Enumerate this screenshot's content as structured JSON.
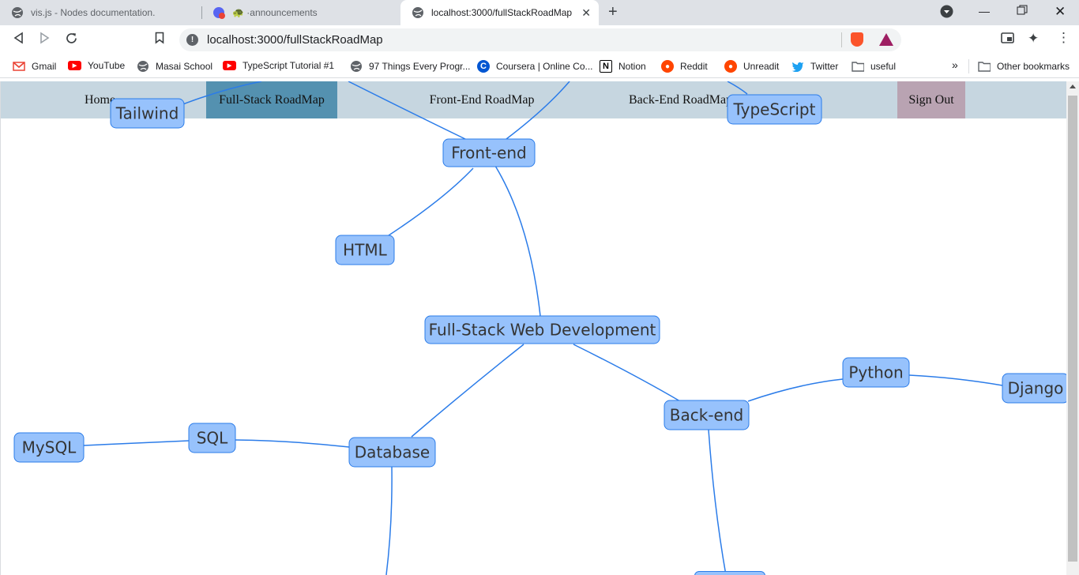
{
  "tabs": [
    {
      "title": "vis.js - Nodes documentation.",
      "icon": "globe-icon",
      "active": false
    },
    {
      "title": "🐢 ·announcements",
      "icon": "app-badge-icon",
      "active": false
    },
    {
      "title": "localhost:3000/fullStackRoadMap",
      "icon": "globe-icon",
      "active": true
    }
  ],
  "address_bar": {
    "url": "localhost:3000/fullStackRoadMap"
  },
  "bookmarks": [
    {
      "label": "Gmail",
      "icon": "gmail-icon",
      "color": "#ea4335"
    },
    {
      "label": "YouTube",
      "icon": "youtube-icon",
      "color": "#ff0000"
    },
    {
      "label": "Masai School",
      "icon": "globe-icon",
      "color": "#5f6368"
    },
    {
      "label": "TypeScript Tutorial #1",
      "icon": "youtube-icon",
      "color": "#ff0000"
    },
    {
      "label": "97 Things Every Progr...",
      "icon": "globe-icon",
      "color": "#5f6368"
    },
    {
      "label": "Coursera | Online Co...",
      "icon": "coursera-icon",
      "color": "#0056d2"
    },
    {
      "label": "Notion",
      "icon": "notion-icon",
      "color": "#000000"
    },
    {
      "label": "Reddit",
      "icon": "reddit-icon",
      "color": "#ff4500"
    },
    {
      "label": "Unreadit",
      "icon": "unreadit-icon",
      "color": "#ff4500"
    },
    {
      "label": "Twitter",
      "icon": "twitter-icon",
      "color": "#1da1f2"
    },
    {
      "label": "useful",
      "icon": "folder-icon",
      "color": "#5f6368"
    }
  ],
  "bookmarks_overflow": "»",
  "other_bookmarks": "Other bookmarks",
  "navbar": {
    "items": [
      "Home",
      "Full-Stack RoadMap",
      "Front-End RoadMap",
      "Back-End RoadMap",
      "Sign Out"
    ],
    "active_index": 1,
    "active_color": "#5491b0",
    "signout_color": "#b9a3b2",
    "bar_color": "#c6d6e0"
  },
  "graph": {
    "node_color": "#97c2fc",
    "edge_color": "#2b7ce9",
    "nodes": [
      {
        "id": "fullstack",
        "label": "Full-Stack Web Development"
      },
      {
        "id": "frontend",
        "label": "Front-end"
      },
      {
        "id": "backend",
        "label": "Back-end"
      },
      {
        "id": "database",
        "label": "Database"
      },
      {
        "id": "html",
        "label": "HTML"
      },
      {
        "id": "tailwind",
        "label": "Tailwind"
      },
      {
        "id": "typescript",
        "label": "TypeScript"
      },
      {
        "id": "python",
        "label": "Python"
      },
      {
        "id": "django",
        "label": "Django"
      },
      {
        "id": "sql",
        "label": "SQL"
      },
      {
        "id": "mysql",
        "label": "MySQL"
      }
    ]
  }
}
